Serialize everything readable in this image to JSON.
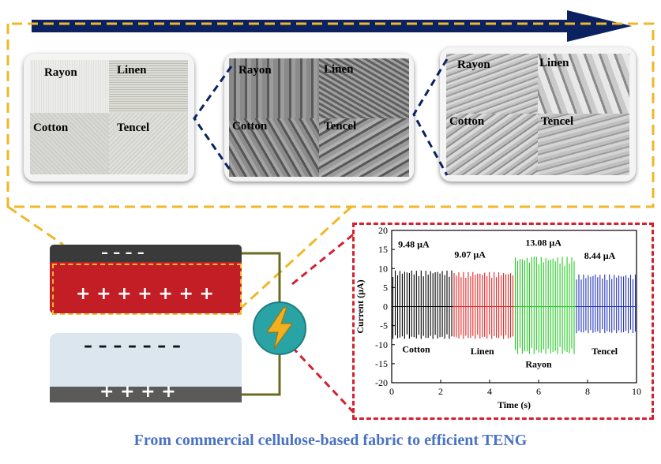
{
  "materials": {
    "rayon": "Rayon",
    "linen": "Linen",
    "cotton": "Cotton",
    "tencel": "Tencel"
  },
  "device": {
    "top_layer_charges": "–   –   –   –",
    "red_layer_charges": "+ + + + + +   +",
    "bottom_layer_charges": "–  –  –  –  –  –  –",
    "bottom_electrode_charges": "+   +   +   +",
    "bolt_icon": "lightning-bolt-icon"
  },
  "chart_data": {
    "type": "line",
    "xlabel": "Time (s)",
    "ylabel": "Current (µA)",
    "xlim": [
      0,
      10
    ],
    "ylim": [
      -20,
      20
    ],
    "xticks": [
      0,
      2,
      4,
      6,
      8,
      10
    ],
    "yticks": [
      -20,
      -15,
      -10,
      -5,
      0,
      5,
      10,
      15,
      20
    ],
    "series": [
      {
        "name": "Cotton",
        "x_range": [
          0,
          2.5
        ],
        "peak_label": "9.48 µA",
        "max": 9.48,
        "min": -8.5,
        "color": "#000000"
      },
      {
        "name": "Linen",
        "x_range": [
          2.5,
          5.0
        ],
        "peak_label": "9.07 µA",
        "max": 9.07,
        "min": -8.5,
        "color": "#e52222"
      },
      {
        "name": "Rayon",
        "x_range": [
          5.0,
          7.5
        ],
        "peak_label": "13.08 µA",
        "max": 13.08,
        "min": -12.5,
        "color": "#22cc22"
      },
      {
        "name": "Tencel",
        "x_range": [
          7.5,
          10.0
        ],
        "peak_label": "8.44 µA",
        "max": 8.44,
        "min": -7.0,
        "color": "#2233bb"
      }
    ]
  },
  "footer": {
    "title": "From commercial cellulose-based fabric to efficient TENG"
  },
  "colors": {
    "arrow": "#0c2160",
    "yellow_dash": "#f0b828",
    "navy_dash": "#0c2160",
    "red_dash": "#d42030",
    "title_blue": "#4a72c4"
  }
}
